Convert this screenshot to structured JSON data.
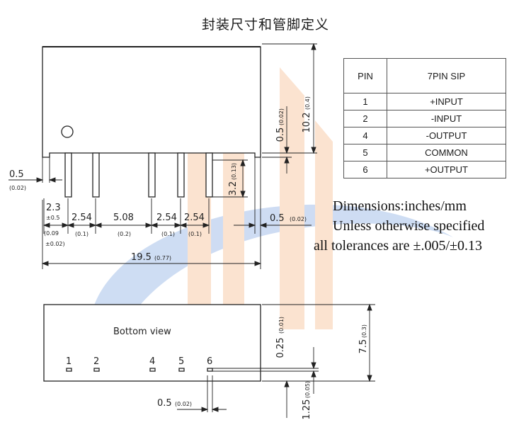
{
  "title": "封装尺寸和管脚定义",
  "table": {
    "header": [
      "PIN",
      "7PIN SIP"
    ],
    "rows": [
      [
        "1",
        "+INPUT"
      ],
      [
        "2",
        "-INPUT"
      ],
      [
        "4",
        "-OUTPUT"
      ],
      [
        "5",
        "COMMON"
      ],
      [
        "6",
        "+OUTPUT"
      ]
    ]
  },
  "notes": [
    "Dimensions:inches/mm",
    "Unless otherwise specified",
    "all tolerances are  ±.005/±0.13"
  ],
  "front_view": {
    "dim_height": "10.2",
    "dim_height_in": "(0.4)",
    "dim_standoff": "0.5",
    "dim_standoff_in": "(0.02)",
    "dim_pin_length": "3.2",
    "dim_pin_length_in": "(0.13)",
    "dim_left_gap": "0.5",
    "dim_left_gap_in": "(0.02)",
    "dim_first_pin": "2.3",
    "dim_first_pin_tol": "±0.5",
    "dim_first_pin_in": "(0.09",
    "dim_first_pin_in_tol": "±0.02)",
    "pitches": [
      {
        "mm": "2.54",
        "in": "(0.1)"
      },
      {
        "mm": "5.08",
        "in": "(0.2)"
      },
      {
        "mm": "2.54",
        "in": "(0.1)"
      },
      {
        "mm": "2.54",
        "in": "(0.1)"
      }
    ],
    "dim_right_gap": "0.5",
    "dim_right_gap_in": "(0.02)",
    "dim_length": "19.5",
    "dim_length_in": "(0.77)"
  },
  "bottom_view": {
    "label": "Bottom view",
    "pin_labels": [
      "1",
      "2",
      "4",
      "5",
      "6"
    ],
    "dim_pin_offset": "0.25",
    "dim_pin_offset_in": "(0.01)",
    "dim_width": "7.5",
    "dim_width_in": "(0.3)",
    "dim_pin_width": "0.5",
    "dim_pin_width_in": "(0.02)",
    "dim_pin_depth": "1.25",
    "dim_pin_depth_in": "(0.05)"
  },
  "colors": {
    "watermark_blue": "#c9d9f2",
    "watermark_orange": "#fbe0cc",
    "line": "#222222"
  }
}
